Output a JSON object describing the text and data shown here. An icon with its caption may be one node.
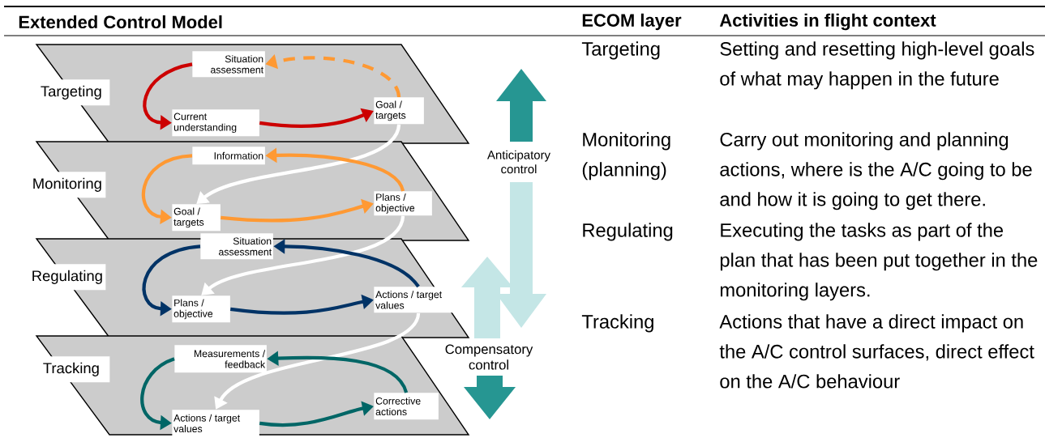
{
  "diagram": {
    "nodes": [
      {
        "text": [],
        "shape": "parallelogram"
      },
      {
        "text": [
          "Targeting"
        ],
        "in": 0
      },
      {
        "text": [
          "Situation assessment"
        ],
        "in": 0
      },
      {
        "text": [
          "Current understanding"
        ],
        "in": 0
      },
      {
        "text": [
          "Goal / targets"
        ],
        "in": 0
      },
      {
        "text": [],
        "shape": "parallelogram"
      },
      {
        "text": [
          "Monitoring"
        ],
        "in": 5
      },
      {
        "text": [
          "Information"
        ],
        "in": 5
      },
      {
        "text": [
          "Goal / targets"
        ],
        "in": 5
      },
      {
        "text": [
          "Plans / objective"
        ],
        "in": 5
      },
      {
        "text": [],
        "shape": "parallelogram"
      },
      {
        "text": [
          "Regulating"
        ],
        "in": 10
      },
      {
        "text": [
          "Situation assessment"
        ],
        "in": 10
      },
      {
        "text": [
          "Plans / objective"
        ],
        "in": 10
      },
      {
        "text": [
          "Actions / target values"
        ],
        "in": 10
      },
      {
        "text": [],
        "shape": "parallelogram"
      },
      {
        "text": [
          "Tracking"
        ],
        "in": 15
      },
      {
        "text": [
          "Measurements / feedback"
        ],
        "in": 15
      },
      {
        "text": [
          "Actions / target values"
        ],
        "in": 15
      },
      {
        "text": [
          "Corrective actions"
        ],
        "in": 15
      }
    ],
    "edges": [
      {
        "from": 2,
        "to": 3,
        "arrow": "to",
        "color": "#cc0000"
      },
      {
        "from": 3,
        "to": 4,
        "arrow": "to",
        "color": "#cc0000"
      },
      {
        "from": 4,
        "to": 2,
        "arrow": "to",
        "style": "dashed",
        "color": "#ff9933"
      },
      {
        "from": 4,
        "to": 8,
        "arrow": "to",
        "color": "#ffffff"
      },
      {
        "from": 9,
        "to": 7,
        "arrow": "to",
        "color": "#ff9933"
      },
      {
        "from": 7,
        "to": 8,
        "arrow": "to",
        "color": "#ff9933"
      },
      {
        "from": 8,
        "to": 9,
        "arrow": "to",
        "color": "#ff9933"
      },
      {
        "from": 9,
        "to": 13,
        "arrow": "to",
        "color": "#ffffff"
      },
      {
        "from": 14,
        "to": 12,
        "arrow": "to",
        "color": "#003366"
      },
      {
        "from": 12,
        "to": 13,
        "arrow": "to",
        "color": "#003366"
      },
      {
        "from": 13,
        "to": 14,
        "arrow": "to",
        "color": "#003366"
      },
      {
        "from": 14,
        "to": 18,
        "arrow": "to",
        "color": "#ffffff"
      },
      {
        "from": 19,
        "to": 17,
        "arrow": "to",
        "color": "#006666"
      },
      {
        "from": 17,
        "to": 18,
        "arrow": "to",
        "color": "#006666"
      },
      {
        "from": 18,
        "to": 19,
        "arrow": "to",
        "color": "#006666"
      }
    ],
    "labels": [
      "Extended Control Model",
      "ECOM layer",
      "Activities in flight context",
      "Targeting",
      "Setting and resetting high-level goals of what may happen in the future",
      "Monitoring (planning)",
      "Carry out monitoring and planning actions, where is the A/C going to be and how it is going to get there.",
      "Regulating",
      "Executing the tasks as part of the plan that has been put together in the monitoring layers.",
      "Tracking",
      "Actions that have a direct impact on the A/C control surfaces, direct effect on the A/C behaviour",
      "Anticipatory control",
      "Compensatory control"
    ]
  }
}
